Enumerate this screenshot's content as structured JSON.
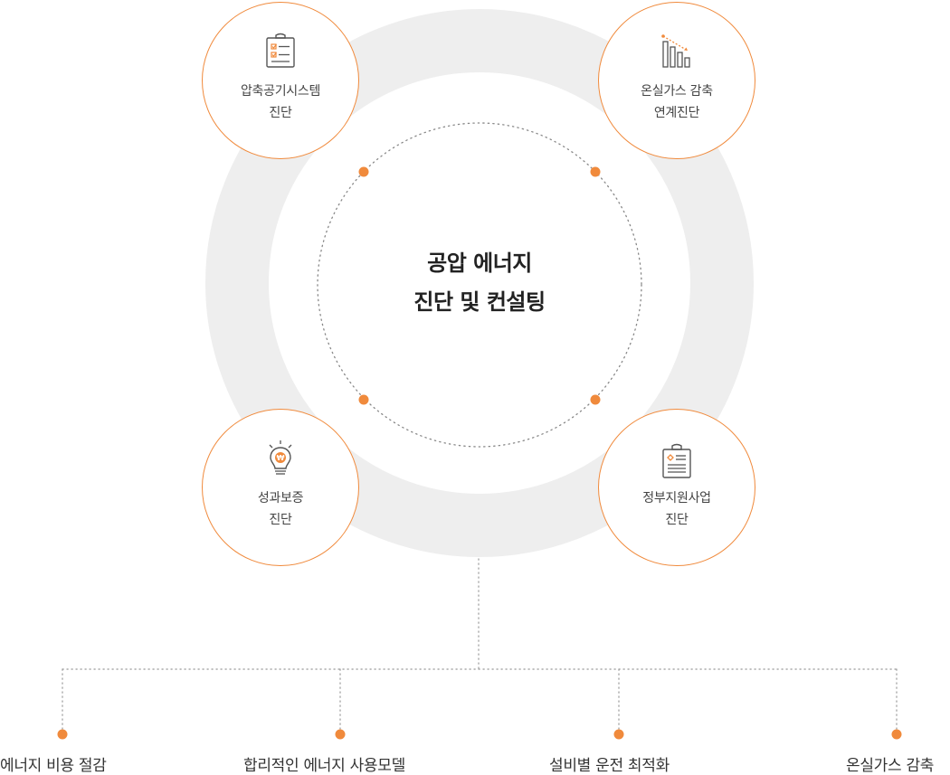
{
  "center": {
    "line1": "공압 에너지",
    "line2": "진단 및 컨설팅"
  },
  "nodes": [
    {
      "line1": "압축공기시스템",
      "line2": "진단",
      "icon": "clipboard-checklist-icon"
    },
    {
      "line1": "온실가스 감축",
      "line2": "연계진단",
      "icon": "declining-bar-chart-icon"
    },
    {
      "line1": "성과보증",
      "line2": "진단",
      "icon": "lightbulb-won-icon"
    },
    {
      "line1": "정부지원사업",
      "line2": "진단",
      "icon": "clipboard-document-icon"
    }
  ],
  "outcomes": [
    {
      "label": "에너지 비용 절감"
    },
    {
      "label": "합리적인 에너지 사용모델"
    },
    {
      "label": "설비별 운전 최적화"
    },
    {
      "label": "온실가스 감축"
    }
  ],
  "colors": {
    "accent": "#f08a3c",
    "ring": "#eeeeee",
    "dots": "#888888",
    "text": "#333333"
  }
}
